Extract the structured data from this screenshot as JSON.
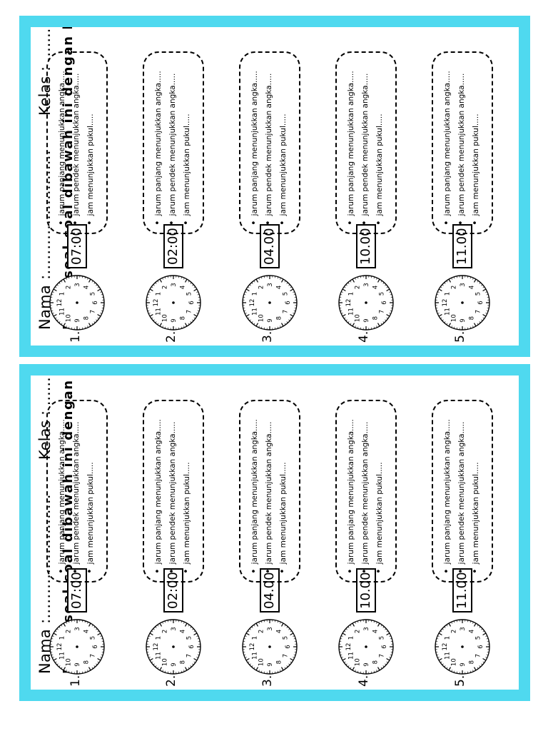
{
  "sheets": [
    {
      "nama_label": "Nama :.........................",
      "kelas_label": "Kelas : ...............",
      "instruction": "Isilah soal-soal dibawah ini dengan benar !",
      "questions": [
        {
          "number": "1.",
          "time": "07:00"
        },
        {
          "number": "2.",
          "time": "02:00"
        },
        {
          "number": "3.",
          "time": "04.00"
        },
        {
          "number": "4.",
          "time": "10.00"
        },
        {
          "number": "5.",
          "time": "11.00"
        }
      ]
    },
    {
      "nama_label": "Nama :.........................",
      "kelas_label": "Kelas : ...............",
      "instruction": "Isilah soal-soal dibawah ini dengan benar !",
      "questions": [
        {
          "number": "1.",
          "time": "07:00"
        },
        {
          "number": "2.",
          "time": "02:00"
        },
        {
          "number": "3.",
          "time": "04.00"
        },
        {
          "number": "4.",
          "time": "10.00"
        },
        {
          "number": "5.",
          "time": "11.00"
        }
      ]
    }
  ],
  "prompts": [
    "jarum panjang menunjukkan angka.....",
    "jarum pendek menunjukkan angka.....",
    "jam menunjukkan pukul....."
  ],
  "clock_numbers": [
    "12",
    "1",
    "2",
    "3",
    "4",
    "5",
    "6",
    "7",
    "8",
    "9",
    "10",
    "11"
  ],
  "colors": {
    "border": "#4fd9ef",
    "paper": "#ffffff",
    "ink": "#000000"
  }
}
